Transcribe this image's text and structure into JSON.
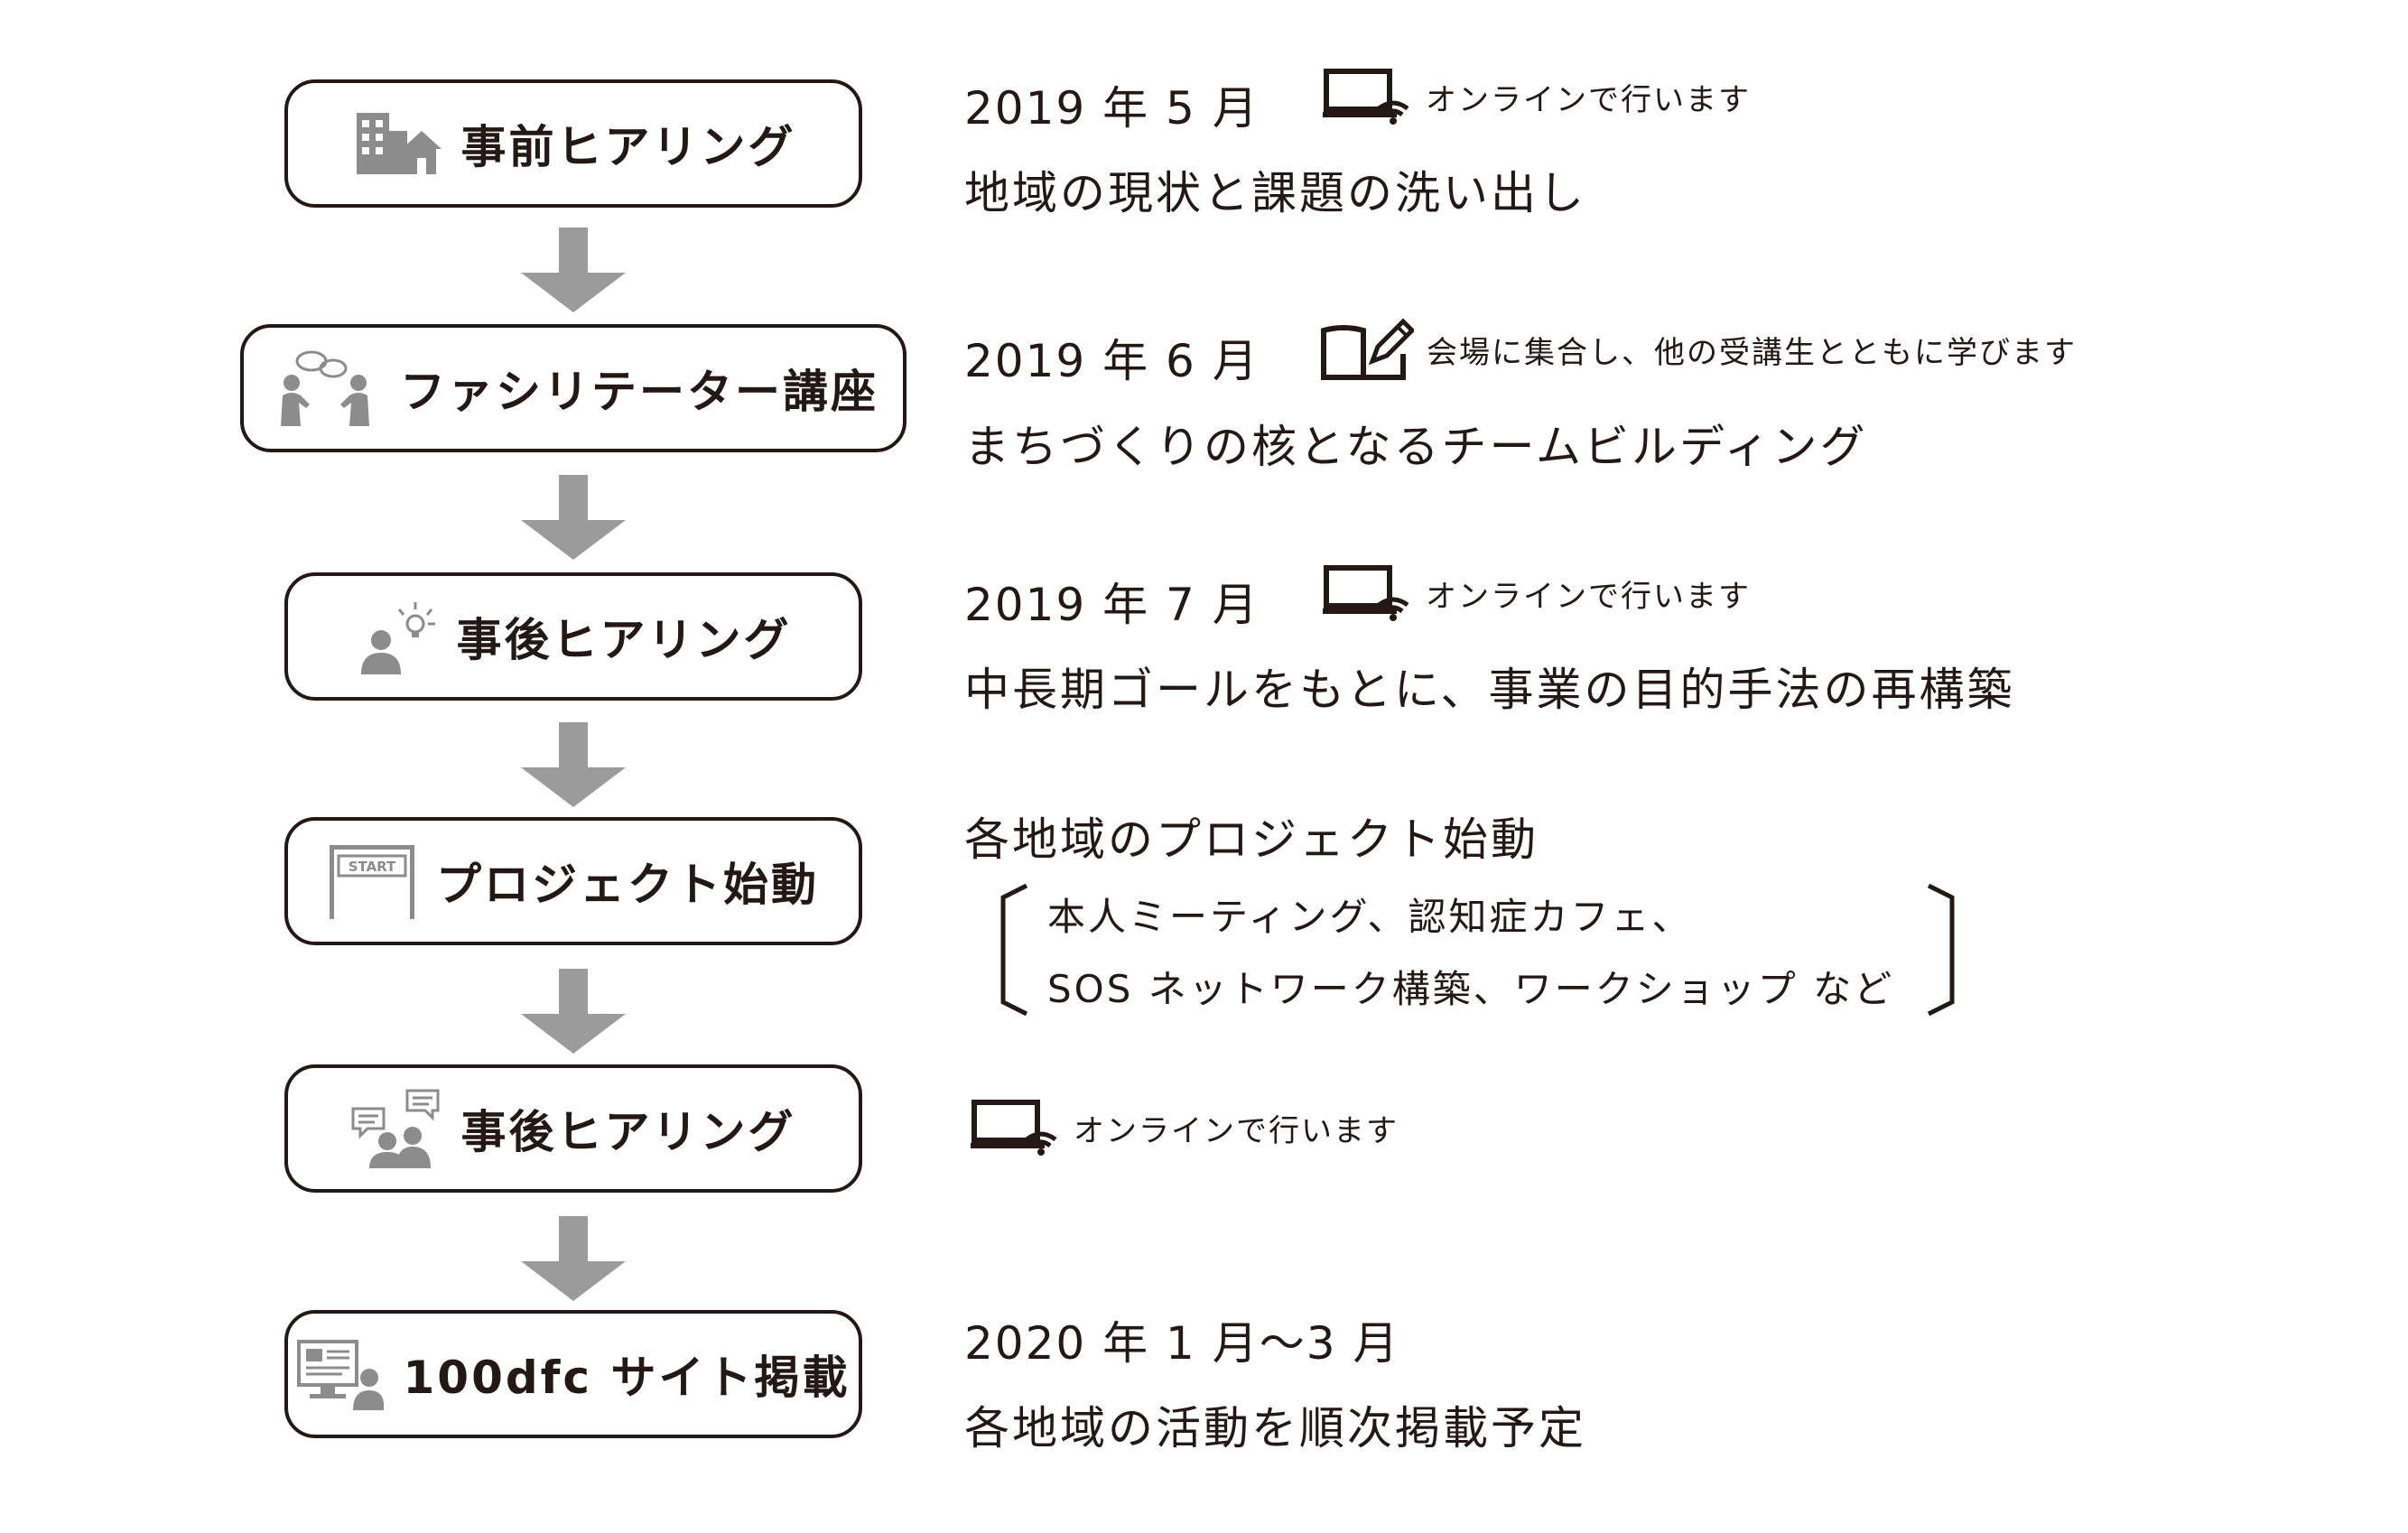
{
  "steps": [
    {
      "label": "事前ヒアリング",
      "icon": "building-house-icon"
    },
    {
      "label": "ファシリテーター講座",
      "icon": "people-talking-icon"
    },
    {
      "label": "事後ヒアリング",
      "icon": "person-idea-icon"
    },
    {
      "label": "プロジェクト始動",
      "icon": "start-gate-icon",
      "icon_text": "START"
    },
    {
      "label": "事後ヒアリング",
      "icon": "people-chat-icon"
    },
    {
      "label": "100dfc サイト掲載",
      "icon": "computer-person-icon"
    }
  ],
  "details": [
    {
      "date": "2019 年 5 月",
      "note": "オンラインで行います",
      "note_icon": "laptop-wifi-icon",
      "desc": "地域の現状と課題の洗い出し"
    },
    {
      "date": "2019 年 6 月",
      "note": "会場に集合し、他の受講生とともに学びます",
      "note_icon": "book-pen-icon",
      "desc": "まちづくりの核となるチームビルディング"
    },
    {
      "date": "2019 年 7 月",
      "note": "オンラインで行います",
      "note_icon": "laptop-wifi-icon",
      "desc": "中長期ゴールをもとに、事業の目的手法の再構築"
    },
    {
      "desc": "各地域のプロジェクト始動",
      "examples": [
        "本人ミーティング、認知症カフェ、",
        "SOS ネットワーク構築、ワークショップ など"
      ]
    },
    {
      "note": "オンラインで行います",
      "note_icon": "laptop-wifi-icon"
    },
    {
      "date": "2020 年 1 月～3 月",
      "desc": "各地域の活動を順次掲載予定"
    }
  ],
  "colors": {
    "text": "#231815",
    "icon": "#8c8c8c",
    "arrow": "#9b9b9b"
  }
}
